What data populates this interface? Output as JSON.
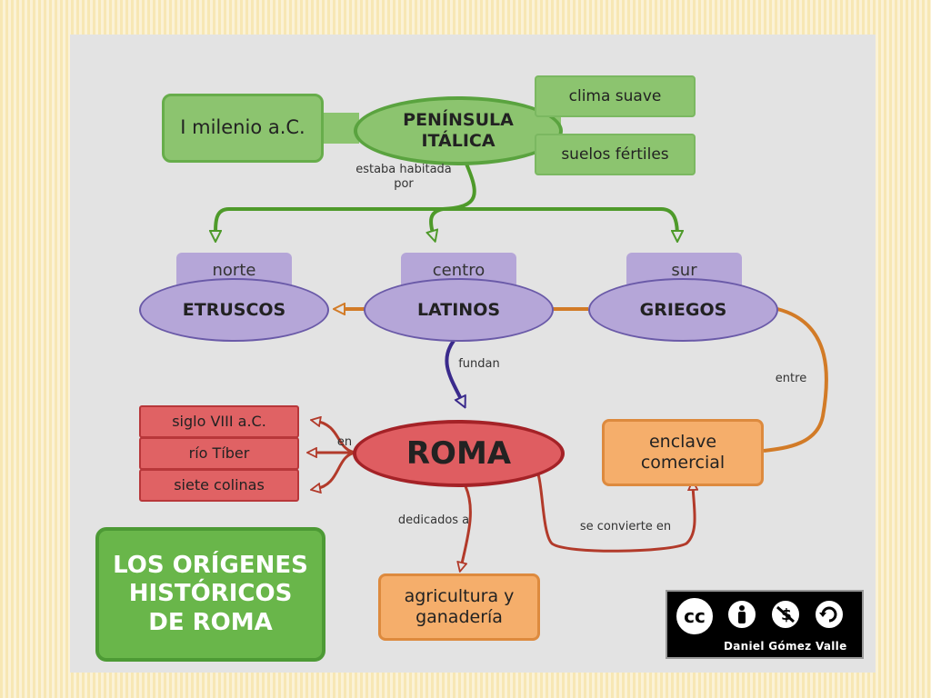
{
  "title": "LOS ORÍGENES HISTÓRICOS DE ROMA",
  "nodes": {
    "peninsula": "PENÍNSULA ITÁLICA",
    "milenio": "I milenio a.C.",
    "clima": "clima suave",
    "suelos": "suelos fértiles",
    "norte": "norte",
    "centro": "centro",
    "sur": "sur",
    "etruscos": "ETRUSCOS",
    "latinos": "LATINOS",
    "griegos": "GRIEGOS",
    "roma": "ROMA",
    "siglo": "siglo VIII a.C.",
    "rio": "río Tíber",
    "colinas": "siete colinas",
    "enclave": "enclave comercial",
    "agricultura": "agricultura y ganadería"
  },
  "labels": {
    "habitada": "estaba habitada por",
    "fundan": "fundan",
    "entre": "entre",
    "en": "en",
    "dedicados": "dedicados a",
    "convierte": "se convierte en"
  },
  "license": {
    "cc": "cc",
    "author": "Daniel Gómez Valle"
  },
  "colors": {
    "green_arrow": "#4e9a2a",
    "orange_arrow": "#d27b27",
    "purple_arrow": "#3a2a8c",
    "red_arrow": "#b23a2a"
  }
}
